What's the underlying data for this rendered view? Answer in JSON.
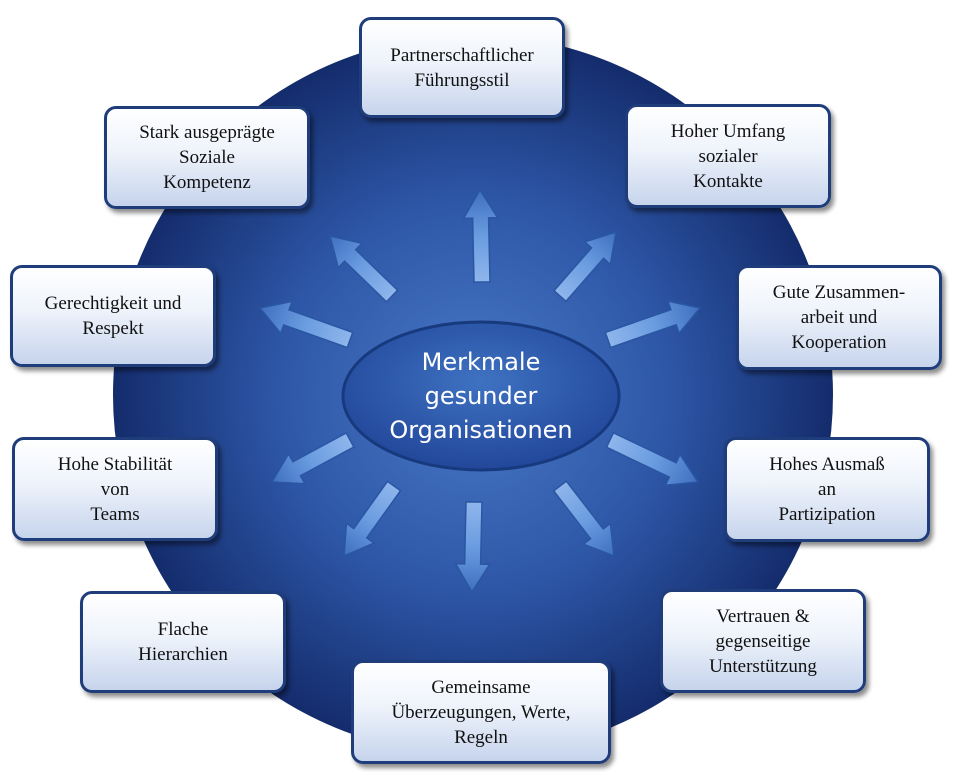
{
  "center": {
    "label": "Merkmale\ngesunder\nOrganisationen"
  },
  "nodes": [
    {
      "id": "fuehrungsstil",
      "label": "Partnerschaftlicher\nFührungsstil"
    },
    {
      "id": "soziale-kontakte",
      "label": "Hoher Umfang\nsozialer\nKontakte"
    },
    {
      "id": "zusammenarbeit",
      "label": "Gute Zusammen-\narbeit und\nKooperation"
    },
    {
      "id": "partizipation",
      "label": "Hohes Ausmaß\nan\nPartizipation"
    },
    {
      "id": "vertrauen",
      "label": "Vertrauen &\ngegenseitige\nUnterstützung"
    },
    {
      "id": "ueberzeugungen",
      "label": "Gemeinsame\nÜberzeugungen, Werte,\nRegeln"
    },
    {
      "id": "hierarchien",
      "label": "Flache\nHierarchien"
    },
    {
      "id": "stabilitaet",
      "label": "Hohe Stabilität\nvon\nTeams"
    },
    {
      "id": "gerechtigkeit",
      "label": "Gerechtigkeit und\nRespekt"
    },
    {
      "id": "kompetenz",
      "label": "Stark ausgeprägte\nSoziale\nKompetenz"
    }
  ],
  "colors": {
    "circle_dark": "#142c6c",
    "circle_light": "#3a66b8",
    "ellipse": "#2f5dab",
    "arrow": "#5b8fd8",
    "box_border": "#1e3d7a"
  }
}
